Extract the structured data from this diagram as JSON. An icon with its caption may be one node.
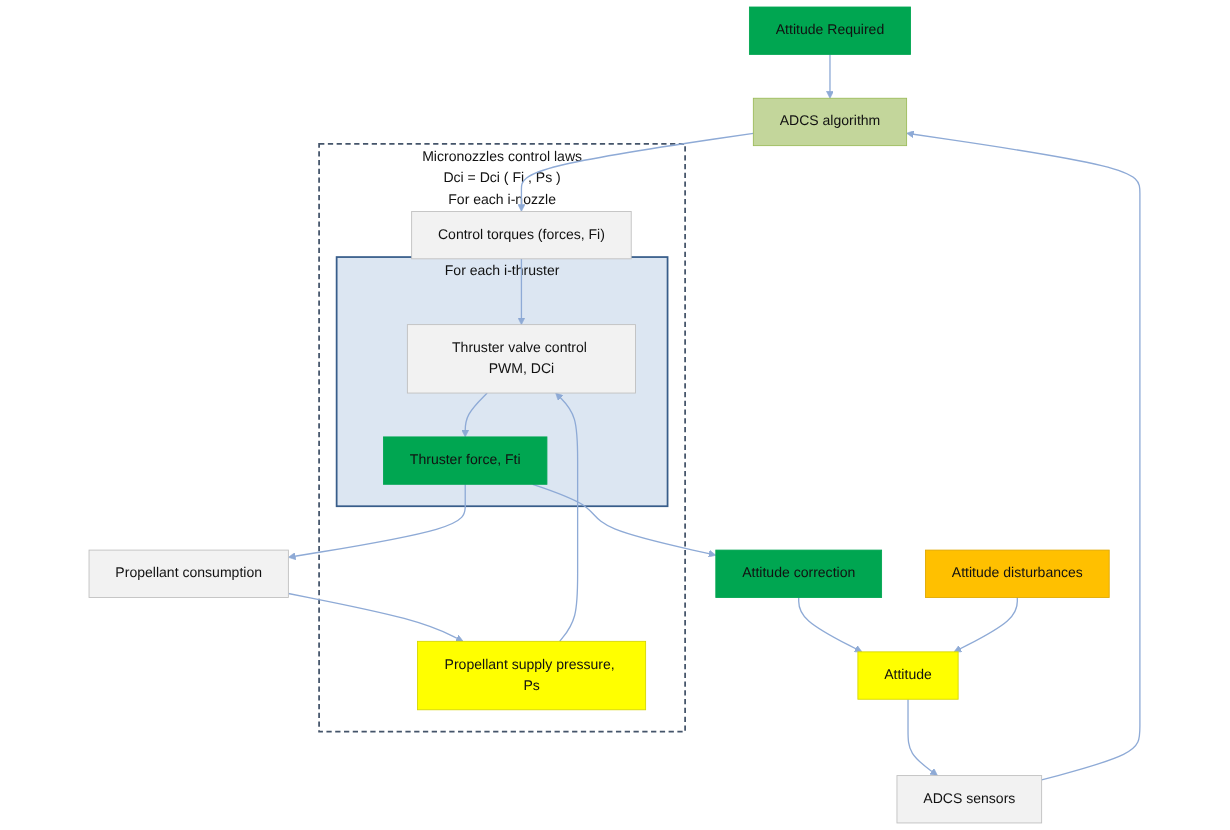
{
  "diagram": {
    "nodes": [
      {
        "text": [
          "Attitude Required"
        ]
      },
      {
        "text": [
          "ADCS sensors"
        ]
      },
      {
        "text": [
          "ADCS algorithm"
        ]
      },
      {
        "text": [
          "Micronozzles control laws",
          "Dci = Dci ( Fi , Ps )",
          "For each i-nozzle"
        ]
      },
      {
        "text": [
          "Control torques (forces, Fi)"
        ],
        "in": 3
      },
      {
        "text": [
          "For each i-thruster"
        ],
        "in": 3
      },
      {
        "text": [
          "Thruster valve control PWM, DCi"
        ],
        "in": 5
      },
      {
        "text": [
          "Thruster force, Fti"
        ],
        "in": 5
      },
      {
        "text": [
          "Propellant supply pressure, Ps"
        ],
        "in": 3
      },
      {
        "text": [
          "Propellant consumption"
        ]
      },
      {
        "text": [
          "Attitude correction"
        ]
      },
      {
        "text": [
          "Attitude"
        ]
      },
      {
        "text": [
          "Attitude disturbances"
        ]
      }
    ],
    "edges": [
      {
        "from": 0,
        "to": 2,
        "arrow": "to"
      },
      {
        "from": 1,
        "to": 2,
        "arrow": "to"
      },
      {
        "from": 2,
        "to": 4,
        "arrow": "to"
      },
      {
        "from": 4,
        "to": 6,
        "arrow": "to"
      },
      {
        "from": 8,
        "to": 6,
        "arrow": "to"
      },
      {
        "from": 6,
        "to": 7,
        "arrow": "to"
      },
      {
        "from": 7,
        "to": 9,
        "arrow": "to"
      },
      {
        "from": 7,
        "to": 10,
        "arrow": "to"
      },
      {
        "from": 9,
        "to": 8,
        "arrow": "to"
      },
      {
        "from": 10,
        "to": 11,
        "arrow": "to"
      },
      {
        "from": 12,
        "to": 11,
        "arrow": "to"
      },
      {
        "from": 11,
        "to": 1,
        "arrow": "to"
      }
    ]
  }
}
